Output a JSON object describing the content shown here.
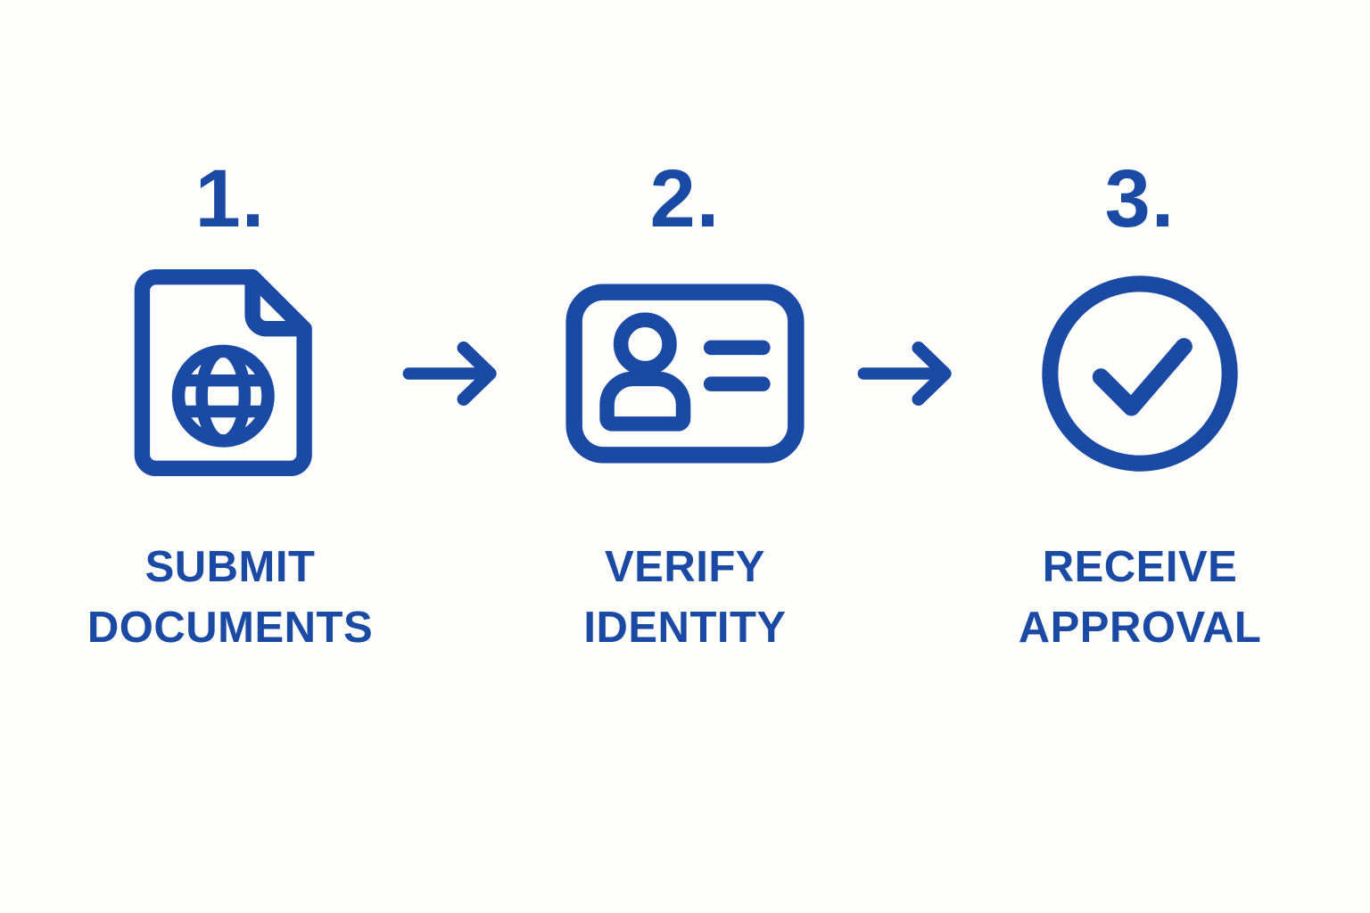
{
  "diagram": {
    "colors": {
      "accent": "#1B4AA5",
      "background": "#FDFDFC"
    },
    "steps": [
      {
        "number": "1.",
        "icon": "document-globe-icon",
        "label_line1": "SUBMIT",
        "label_line2": "DOCUMENTS"
      },
      {
        "number": "2.",
        "icon": "id-card-icon",
        "label_line1": "VERIFY",
        "label_line2": "IDENTITY"
      },
      {
        "number": "3.",
        "icon": "check-circle-icon",
        "label_line1": "RECEIVE",
        "label_line2": "APPROVAL"
      }
    ],
    "connector": "arrow-right-icon"
  }
}
